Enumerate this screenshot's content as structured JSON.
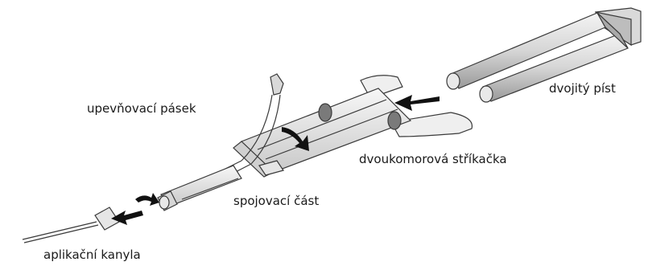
{
  "diagram": {
    "labels": {
      "double_piston": "dvojitý píst",
      "fixing_strap": "upevňovací pásek",
      "dual_chamber_syringe": "dvoukomorová stříkačka",
      "connecting_part": "spojovací část",
      "application_cannula": "aplikační kanyla"
    }
  }
}
